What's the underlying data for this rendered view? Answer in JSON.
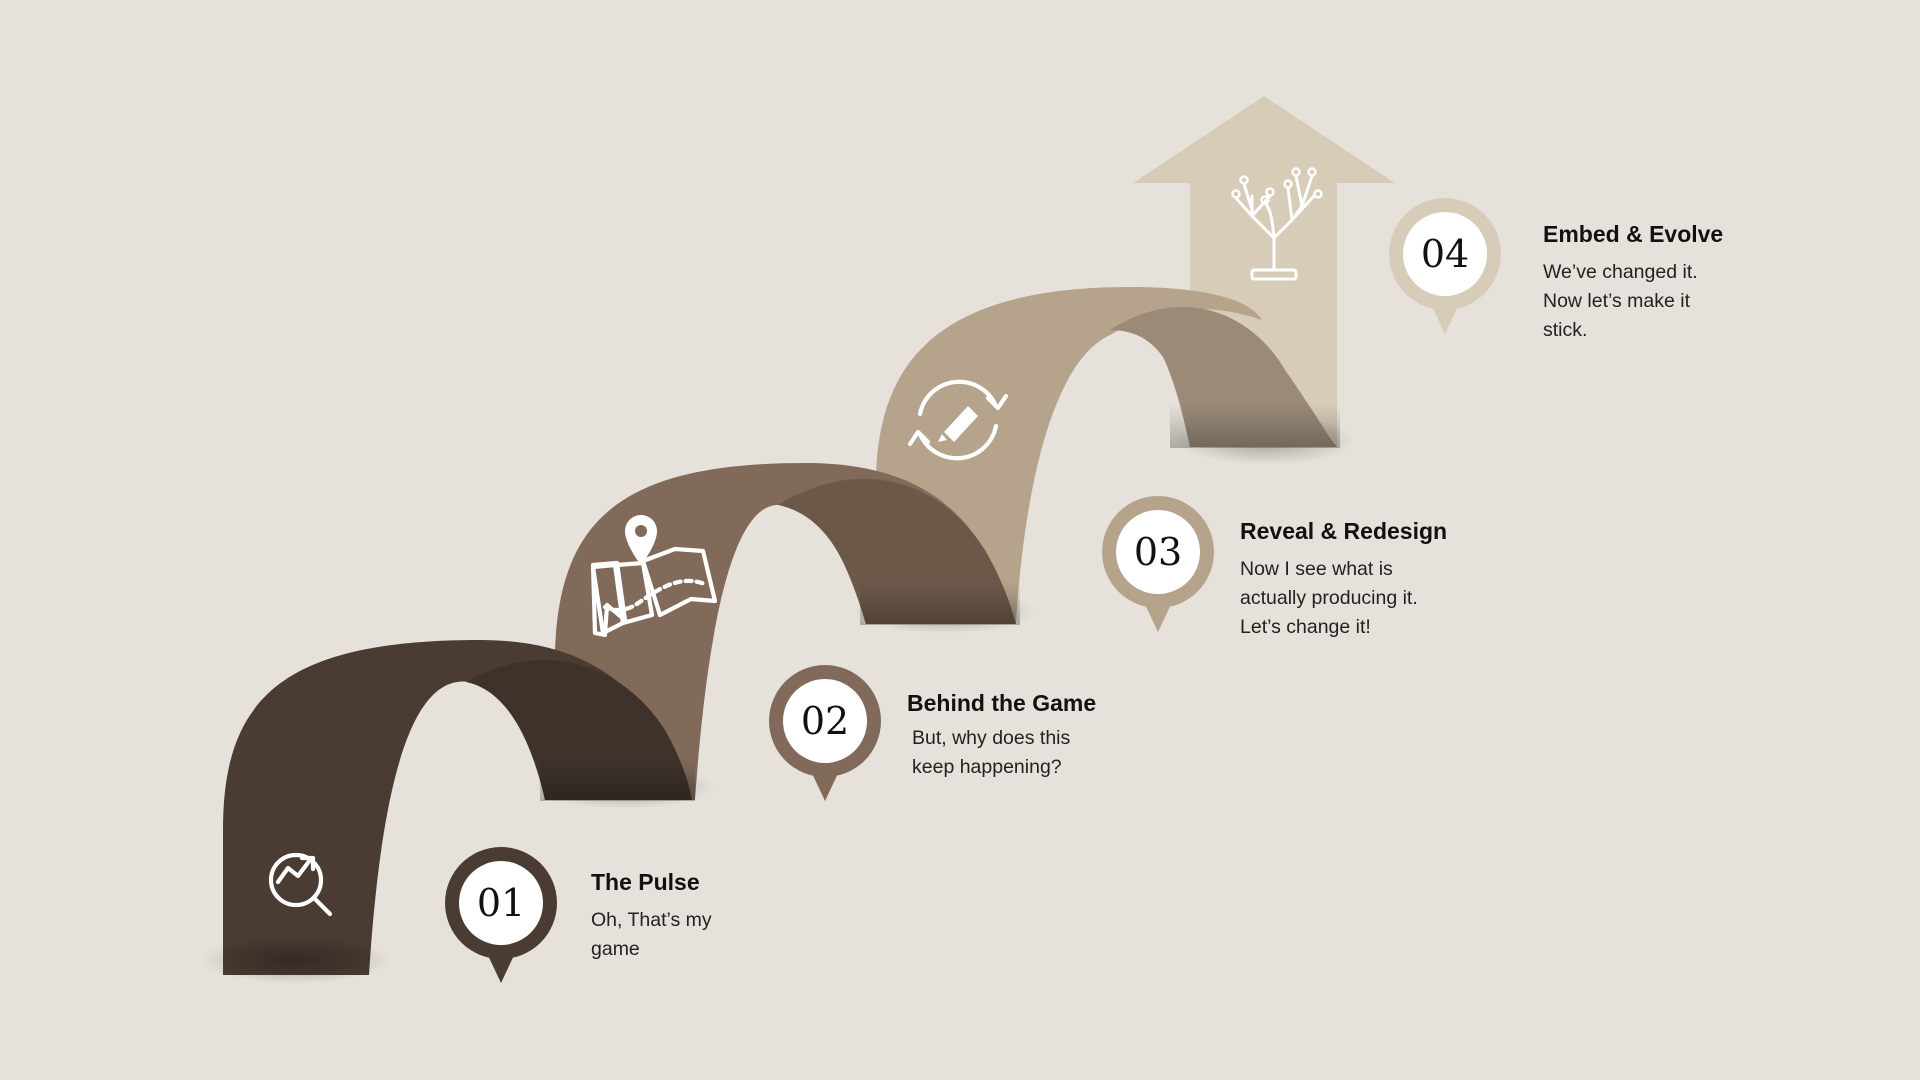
{
  "colors": {
    "background": "#e6e2db",
    "step1": "#4a3b33",
    "step2": "#816a5a",
    "step3": "#b5a38b",
    "step4": "#d7ccb8"
  },
  "steps": [
    {
      "number": "01",
      "title": "The Pulse",
      "desc": [
        "Oh, That’s my",
        "game"
      ],
      "icon": "trend-magnifier-icon"
    },
    {
      "number": "02",
      "title": "Behind the Game",
      "desc": [
        "But, why does this",
        "keep happening?"
      ],
      "icon": "map-pin-icon"
    },
    {
      "number": "03",
      "title": "Reveal & Redesign",
      "desc": [
        "Now I see what is",
        "actually producing it.",
        "Let’s change it!"
      ],
      "icon": "refresh-edit-icon"
    },
    {
      "number": "04",
      "title": "Embed & Evolve",
      "desc": [
        "We’ve changed it.",
        "Now let’s make it",
        "stick."
      ],
      "icon": "branching-tree-icon"
    }
  ]
}
